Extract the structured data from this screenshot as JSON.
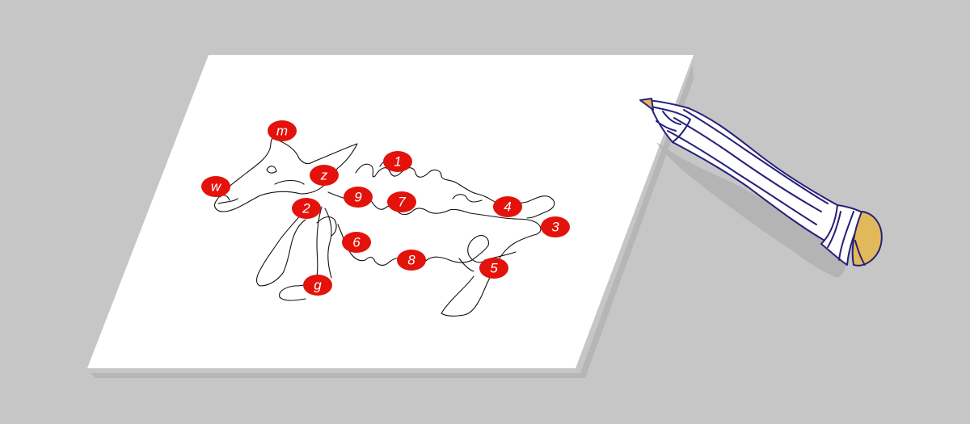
{
  "colors": {
    "background": "#c6c6c6",
    "paper": "#ffffff",
    "paper_shadow": "#b3b3b3",
    "marker": "#e3120b",
    "marker_text": "#ffffff",
    "drawing_line": "#111111",
    "pencil_outline": "#27207a",
    "pencil_eraser": "#e2b95a"
  },
  "markers": [
    {
      "id": "m",
      "label": "m"
    },
    {
      "id": "w",
      "label": "w"
    },
    {
      "id": "z",
      "label": "z"
    },
    {
      "id": "1",
      "label": "1"
    },
    {
      "id": "2",
      "label": "2"
    },
    {
      "id": "9",
      "label": "9"
    },
    {
      "id": "7",
      "label": "7"
    },
    {
      "id": "4",
      "label": "4"
    },
    {
      "id": "3",
      "label": "3"
    },
    {
      "id": "6",
      "label": "6"
    },
    {
      "id": "8",
      "label": "8"
    },
    {
      "id": "5",
      "label": "5"
    },
    {
      "id": "g",
      "label": "g"
    }
  ]
}
